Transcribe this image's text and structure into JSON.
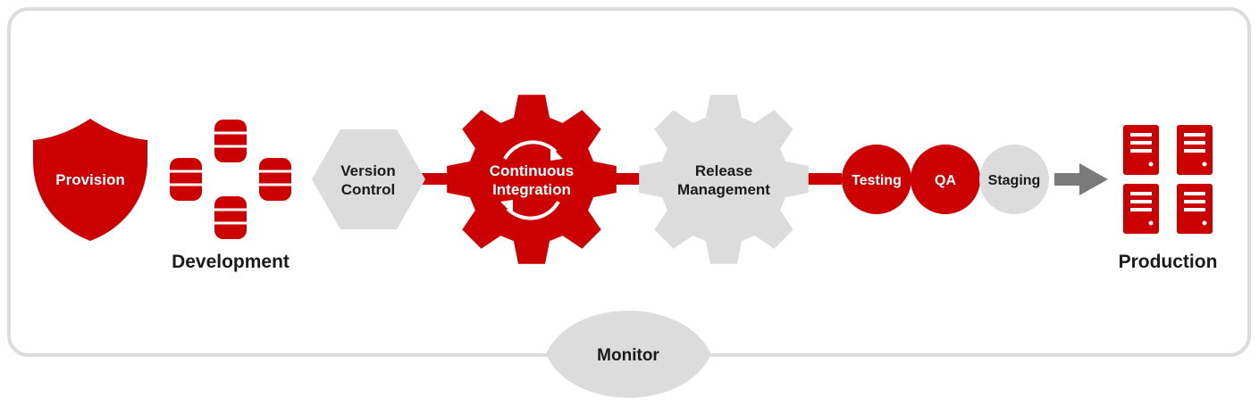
{
  "colors": {
    "accent_red": "#cc0000",
    "neutral_gray": "#dcdcdc",
    "frame_gray": "#d9d9d9",
    "arrow_gray": "#7a7a7a",
    "text_dark": "#1a1a1a",
    "text_light": "#ffffff"
  },
  "provision": {
    "label": "Provision",
    "icon": "shield-icon"
  },
  "development": {
    "label": "Development",
    "icon": "database-icon"
  },
  "version_control": {
    "line1": "Version",
    "line2": "Control",
    "icon": "hexagon-shape"
  },
  "continuous_integration": {
    "line1": "Continuous",
    "line2": "Integration",
    "icon": "gear-icon"
  },
  "release_management": {
    "line1": "Release",
    "line2": "Management",
    "icon": "gear-icon"
  },
  "stages": {
    "testing": "Testing",
    "qa": "QA",
    "staging": "Staging"
  },
  "production": {
    "label": "Production",
    "icon": "server-icon"
  },
  "monitor": {
    "label": "Monitor",
    "icon": "eye-shape"
  }
}
